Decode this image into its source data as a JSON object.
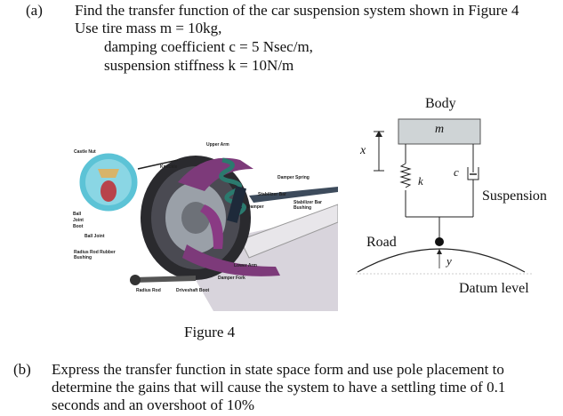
{
  "part_a": {
    "marker": "(a)",
    "lines": [
      "Find the transfer function of the car suspension system shown in Figure 4",
      "Use tire mass m  = 10kg,",
      "damping coefficient c = 5 Nsec/m,",
      "suspension stiffness k = 10N/m"
    ]
  },
  "photo": {
    "labels": {
      "castle_nut": "Castle Nut",
      "upper_arm": "Upper Arm",
      "knuckle": "Knuckle",
      "damper_spring": "Damper Spring",
      "stabilizer_bar": "Stabilizer Bar",
      "stabilizer_bar_bushing": "Stabilizer Bar Bushing",
      "damper": "Damper",
      "ball_joint_boot": "Ball Joint Boot",
      "ball_joint": "Ball Joint",
      "radius_rod_bushing": "Radius Rod Rubber Bushing",
      "lower_arm": "Lower Arm",
      "damper_fork": "Damper Fork",
      "radius_rod": "Radius Rod",
      "driveshaft_boot": "Driveshaft Boot"
    }
  },
  "diagram": {
    "body": "Body",
    "mass": "m",
    "x": "x",
    "k": "k",
    "c": "c",
    "suspension": "Suspension",
    "road": "Road",
    "y": "y",
    "datum": "Datum level"
  },
  "figure_caption": "Figure 4",
  "part_b": {
    "marker": "(b)",
    "lines": [
      "Express the transfer function in state space form and use pole placement to",
      "determine the gains that will cause the system to have a settling time of 0.1",
      "seconds and an overshoot of 10%"
    ]
  }
}
